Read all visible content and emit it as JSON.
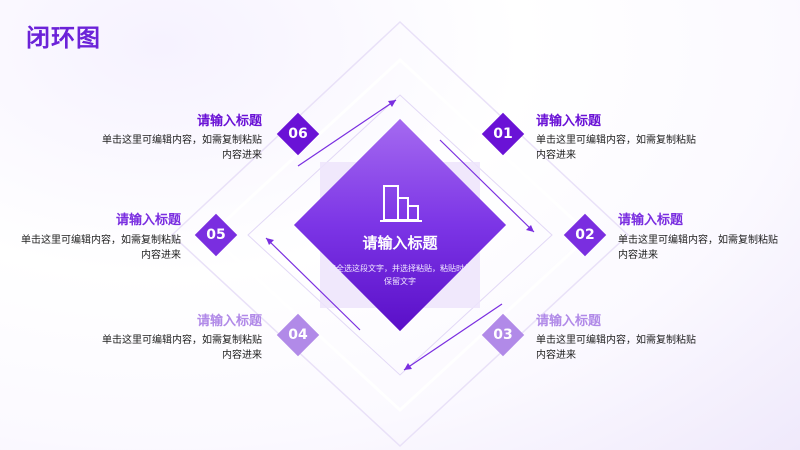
{
  "page": {
    "title": "闭环图"
  },
  "center": {
    "title": "请输入标题",
    "text": "请全选这段文字，并选择粘贴，粘贴时仅保留文字",
    "icon": "building-icon"
  },
  "items": [
    {
      "num": "01",
      "title": "请输入标题",
      "desc": "单击这里可编辑内容，如需复制粘贴内容进来",
      "color": "#6a12d6"
    },
    {
      "num": "02",
      "title": "请输入标题",
      "desc": "单击这里可编辑内容，如需复制粘贴内容进来",
      "color": "#7a2ee0"
    },
    {
      "num": "03",
      "title": "请输入标题",
      "desc": "单击这里可编辑内容，如需复制粘贴内容进来",
      "color": "#b18ae8"
    },
    {
      "num": "04",
      "title": "请输入标题",
      "desc": "单击这里可编辑内容，如需复制粘贴内容进来",
      "color": "#b18ae8"
    },
    {
      "num": "05",
      "title": "请输入标题",
      "desc": "单击这里可编辑内容，如需复制粘贴内容进来",
      "color": "#7a2ee0"
    },
    {
      "num": "06",
      "title": "请输入标题",
      "desc": "单击这里可编辑内容，如需复制粘贴内容进来",
      "color": "#6a12d6"
    }
  ],
  "colors": {
    "accent": "#6b22d8",
    "light": "#b18ae8"
  }
}
